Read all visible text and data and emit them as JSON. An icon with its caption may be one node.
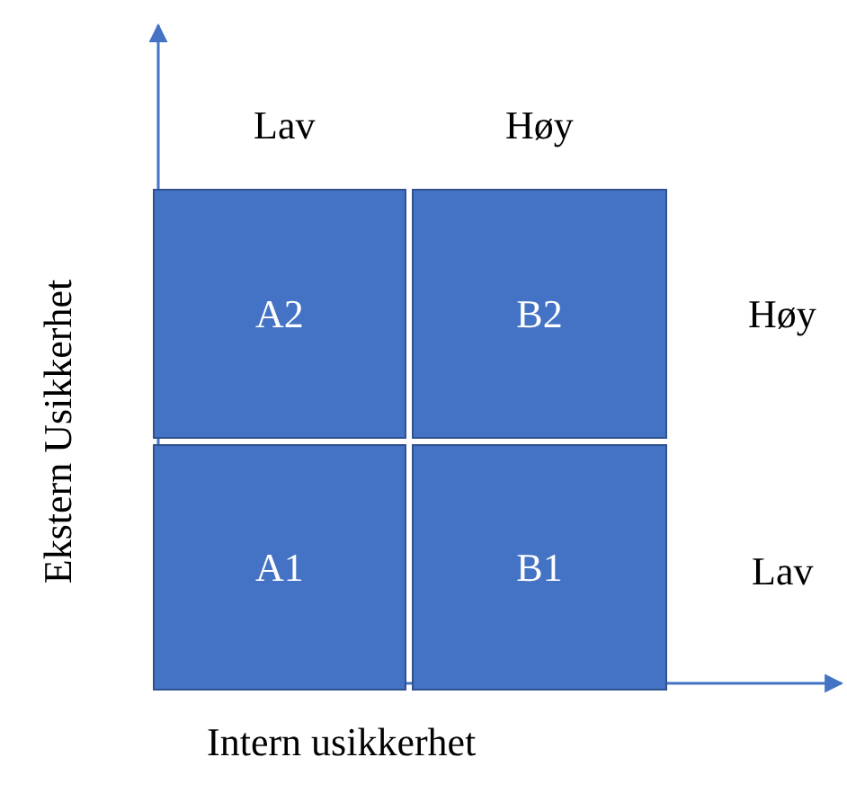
{
  "diagram": {
    "nodes": [
      {
        "text": [
          "A2"
        ]
      },
      {
        "text": [
          "B2"
        ]
      },
      {
        "text": [
          "A1"
        ]
      },
      {
        "text": [
          "B1"
        ]
      }
    ],
    "labels": [
      "Lav",
      "Høy",
      "Høy",
      "Lav",
      "Ekstern Usikkerhet",
      "Intern usikkerhet"
    ]
  }
}
